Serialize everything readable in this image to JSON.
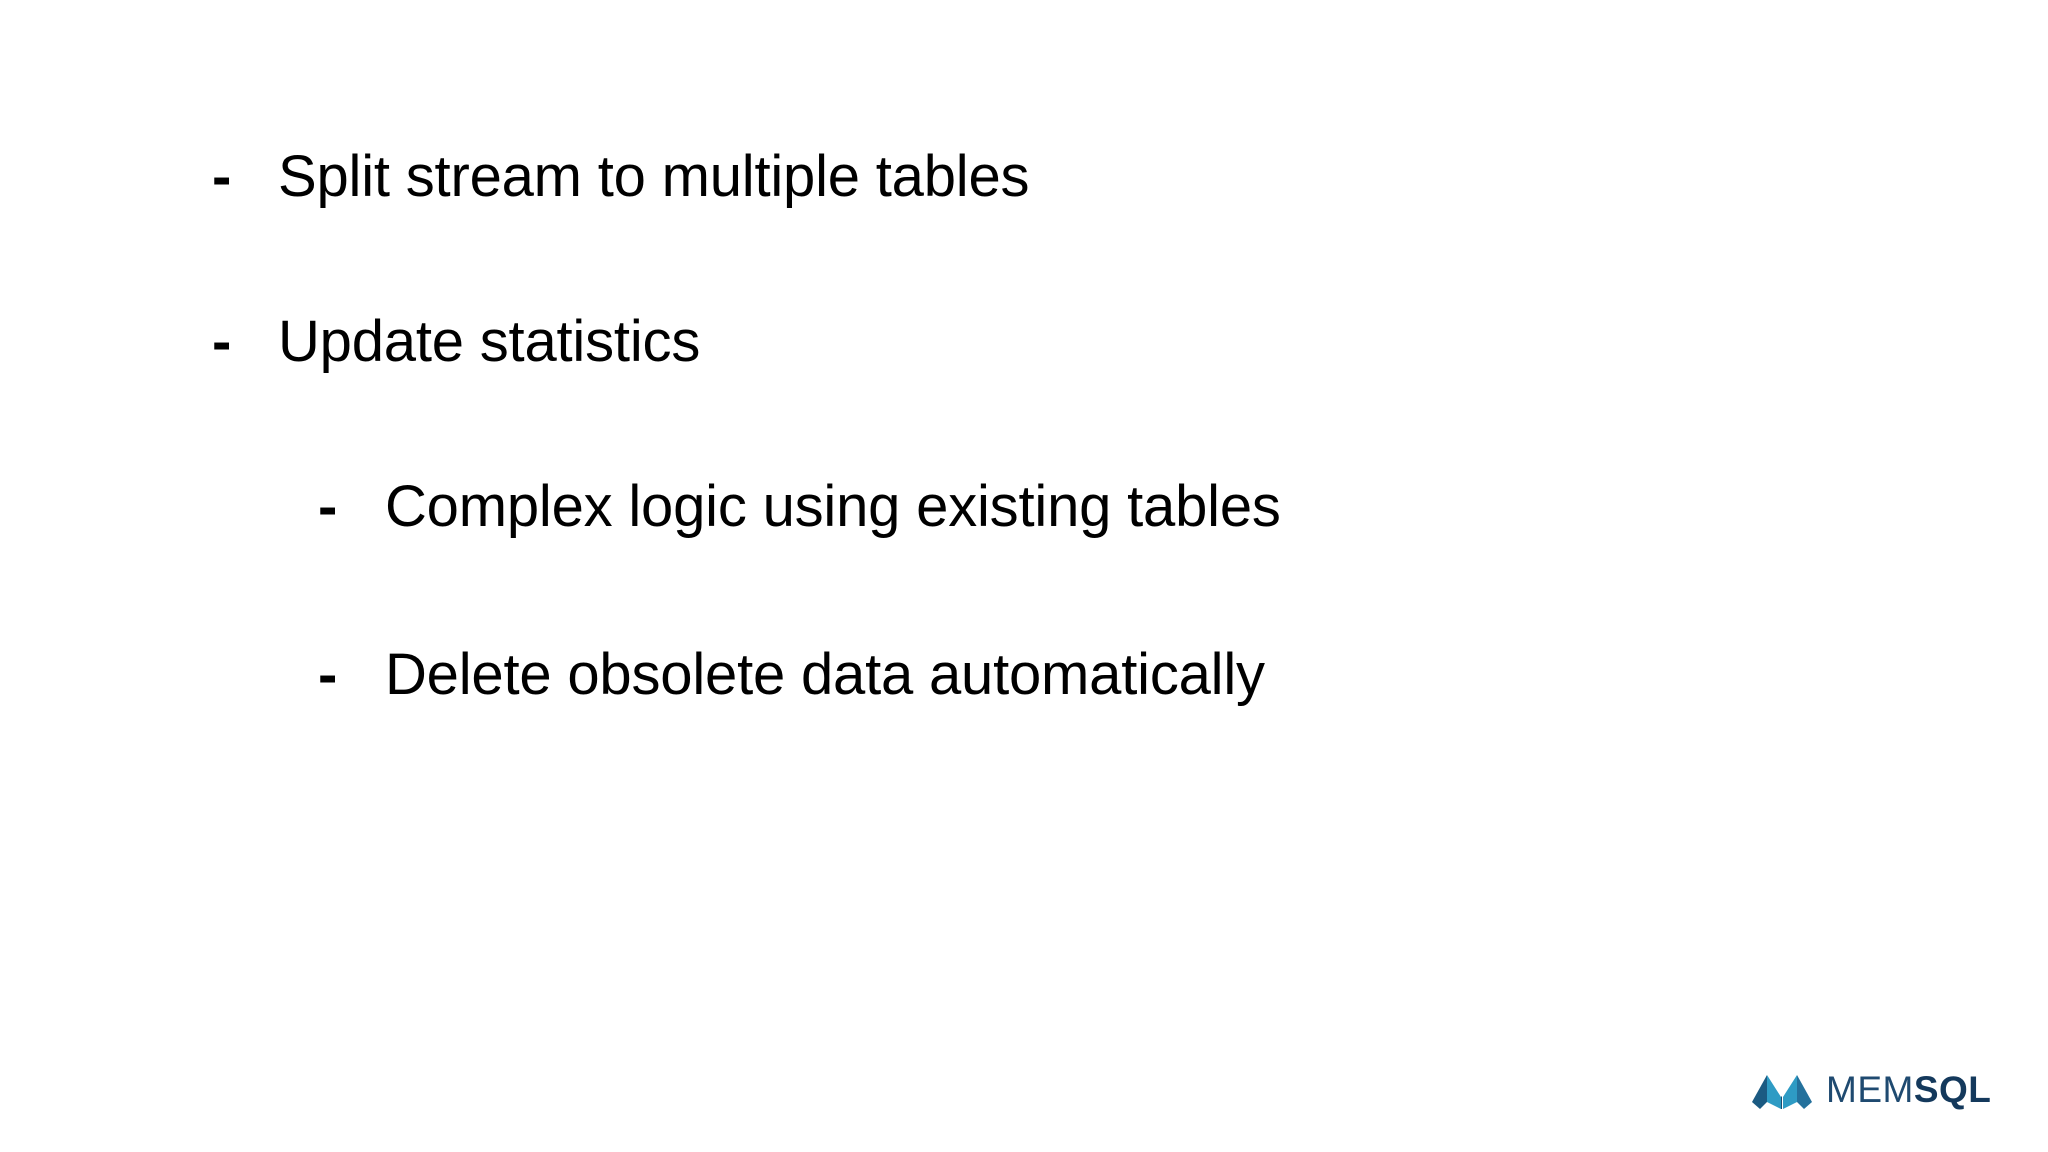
{
  "slide": {
    "background_color": "#ffffff",
    "text_color": "#000000",
    "bullets": [
      {
        "marker": "-",
        "text": "Split stream to multiple tables",
        "level": 1
      },
      {
        "marker": "-",
        "text": "Update statistics",
        "level": 1
      },
      {
        "marker": "-",
        "text": "Complex logic using existing tables",
        "level": 2
      },
      {
        "marker": "-",
        "text": "Delete obsolete data automatically",
        "level": 2
      }
    ]
  },
  "logo": {
    "name": "memsql-logo",
    "word_light": "MEM",
    "word_bold": "SQL",
    "mark_color_dark": "#1b5a82",
    "mark_color_light": "#2e9bc4",
    "mark_color_mid": "#24719c",
    "wordmark_color": "#1a3c5e"
  }
}
